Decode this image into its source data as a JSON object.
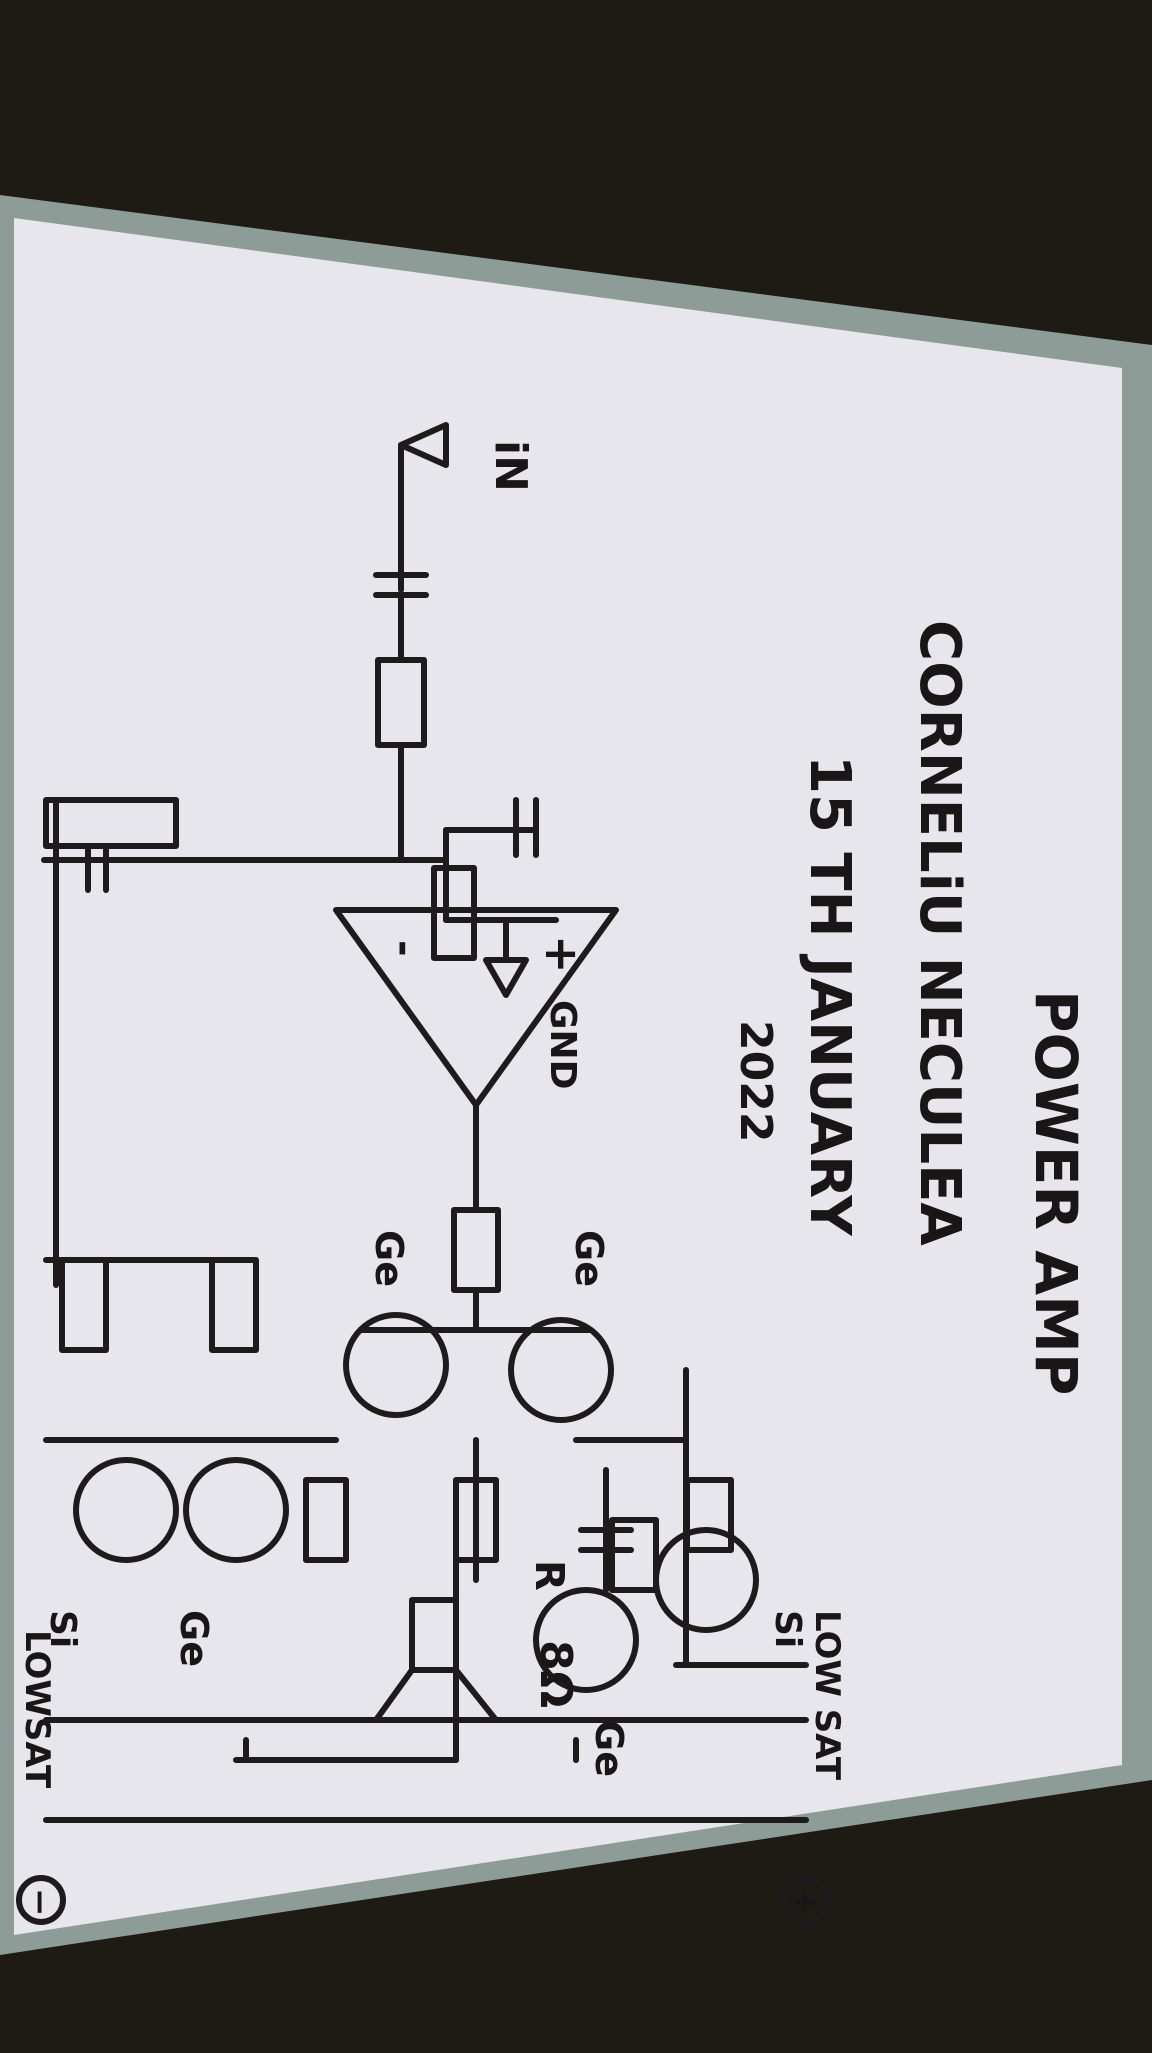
{
  "title": "POWER AMP",
  "author": "CORNELiU NECULEA",
  "date_line1": "15 TH JANUARY",
  "date_line2": "2022",
  "labels": {
    "input": "iN",
    "ground": "GND",
    "opamp_minus": "-",
    "opamp_plus": "+",
    "ge_1": "Ge",
    "ge_2": "Ge",
    "ge_3": "Ge",
    "ge_4": "Ge",
    "si_1": "Si",
    "si_2": "Si",
    "low_sat_1": "LOW SAT",
    "low_sat_2": "LOWSAT",
    "resistor_r": "R",
    "speaker_impedance": "8Ω",
    "supply_plus": "+",
    "supply_minus": "−"
  },
  "colors": {
    "paper": "#e7e6ec",
    "ink": "#1f1a1c",
    "board_edge": "#8e9c98",
    "background": "#1d1b14"
  }
}
